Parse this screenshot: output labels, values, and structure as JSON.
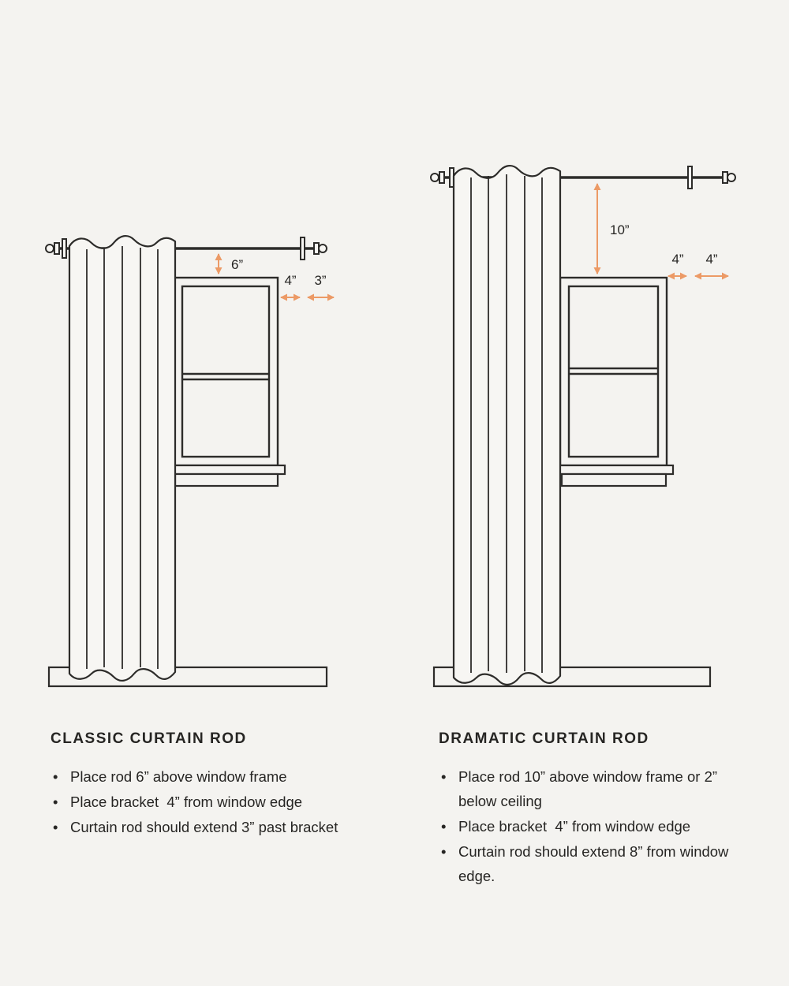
{
  "colors": {
    "bg": "#f4f3f0",
    "panel": "#f7f6f3",
    "line": "#2d2c2a",
    "accent": "#ec9a66",
    "text": "#262523"
  },
  "classic": {
    "title": "CLASSIC CURTAIN ROD",
    "measure_rod_above": "6”",
    "measure_bracket": "4”",
    "measure_extend": "3”",
    "bullets": [
      "Place rod 6” above window frame",
      "Place bracket  4” from window edge",
      "Curtain rod should extend 3” past bracket"
    ]
  },
  "dramatic": {
    "title": "DRAMATIC CURTAIN ROD",
    "measure_rod_above": "10”",
    "measure_bracket": "4”",
    "measure_extend": "4”",
    "bullets": [
      "Place rod 10” above window frame or 2” below ceiling",
      "Place bracket  4” from window edge",
      "Curtain rod should extend 8” from window edge."
    ]
  }
}
